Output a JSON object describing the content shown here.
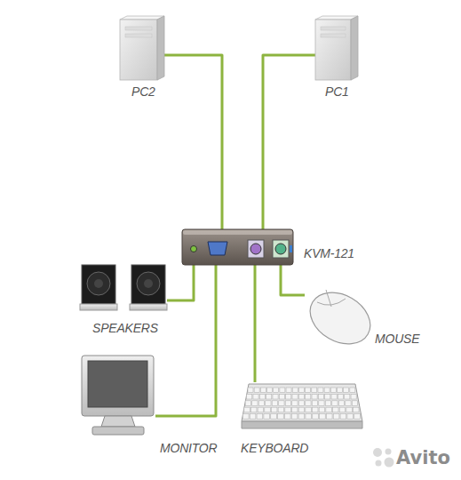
{
  "diagram": {
    "nodes": [
      {
        "text": [
          "PC2"
        ]
      },
      {
        "text": [
          "PC1"
        ]
      },
      {
        "text": [
          "KVM-121"
        ]
      },
      {
        "text": [
          "SPEAKERS"
        ]
      },
      {
        "text": [
          "MOUSE"
        ]
      },
      {
        "text": [
          "MONITOR"
        ]
      },
      {
        "text": [
          "KEYBOARD"
        ]
      }
    ],
    "edges": [
      {
        "from": 2,
        "to": 0,
        "arrow": "none"
      },
      {
        "from": 2,
        "to": 1,
        "arrow": "none"
      },
      {
        "from": 2,
        "to": 3,
        "arrow": "none"
      },
      {
        "from": 2,
        "to": 4,
        "arrow": "none"
      },
      {
        "from": 2,
        "to": 5,
        "arrow": "none"
      },
      {
        "from": 2,
        "to": 6,
        "arrow": "none"
      }
    ],
    "labels": [
      "Avito"
    ]
  }
}
